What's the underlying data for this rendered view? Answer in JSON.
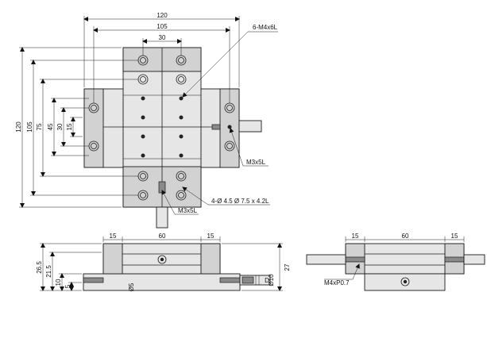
{
  "top_view": {
    "dims": {
      "overall_width": "120",
      "width_105": "105",
      "width_30": "30",
      "overall_height": "120",
      "height_105": "105",
      "height_75": "75",
      "height_45": "45",
      "height_30": "30",
      "height_15": "15"
    },
    "callouts": {
      "tapped_holes": "6-M4x6L",
      "lock_screw_right": "M3x5L",
      "lock_screw_bottom": "M3x5L",
      "counterbore": "4-Ø 4.5 Ø 7.5 x 4.2L"
    }
  },
  "front_view": {
    "dims": {
      "left_15": "15",
      "mid_60": "60",
      "right_15": "15",
      "height_26_5": "26.5",
      "height_21_5": "21.5",
      "height_10": "10",
      "height_5": "5",
      "height_27": "27",
      "small_5": "5",
      "small_10": "10"
    },
    "labels": {
      "d_mark": "D",
      "v_left": "Ø5",
      "v_right": "Ø10"
    }
  },
  "side_view": {
    "dims": {
      "left_15": "15",
      "mid_60": "60",
      "right_15": "15"
    },
    "callouts": {
      "lead": "M4xP0.7"
    }
  }
}
